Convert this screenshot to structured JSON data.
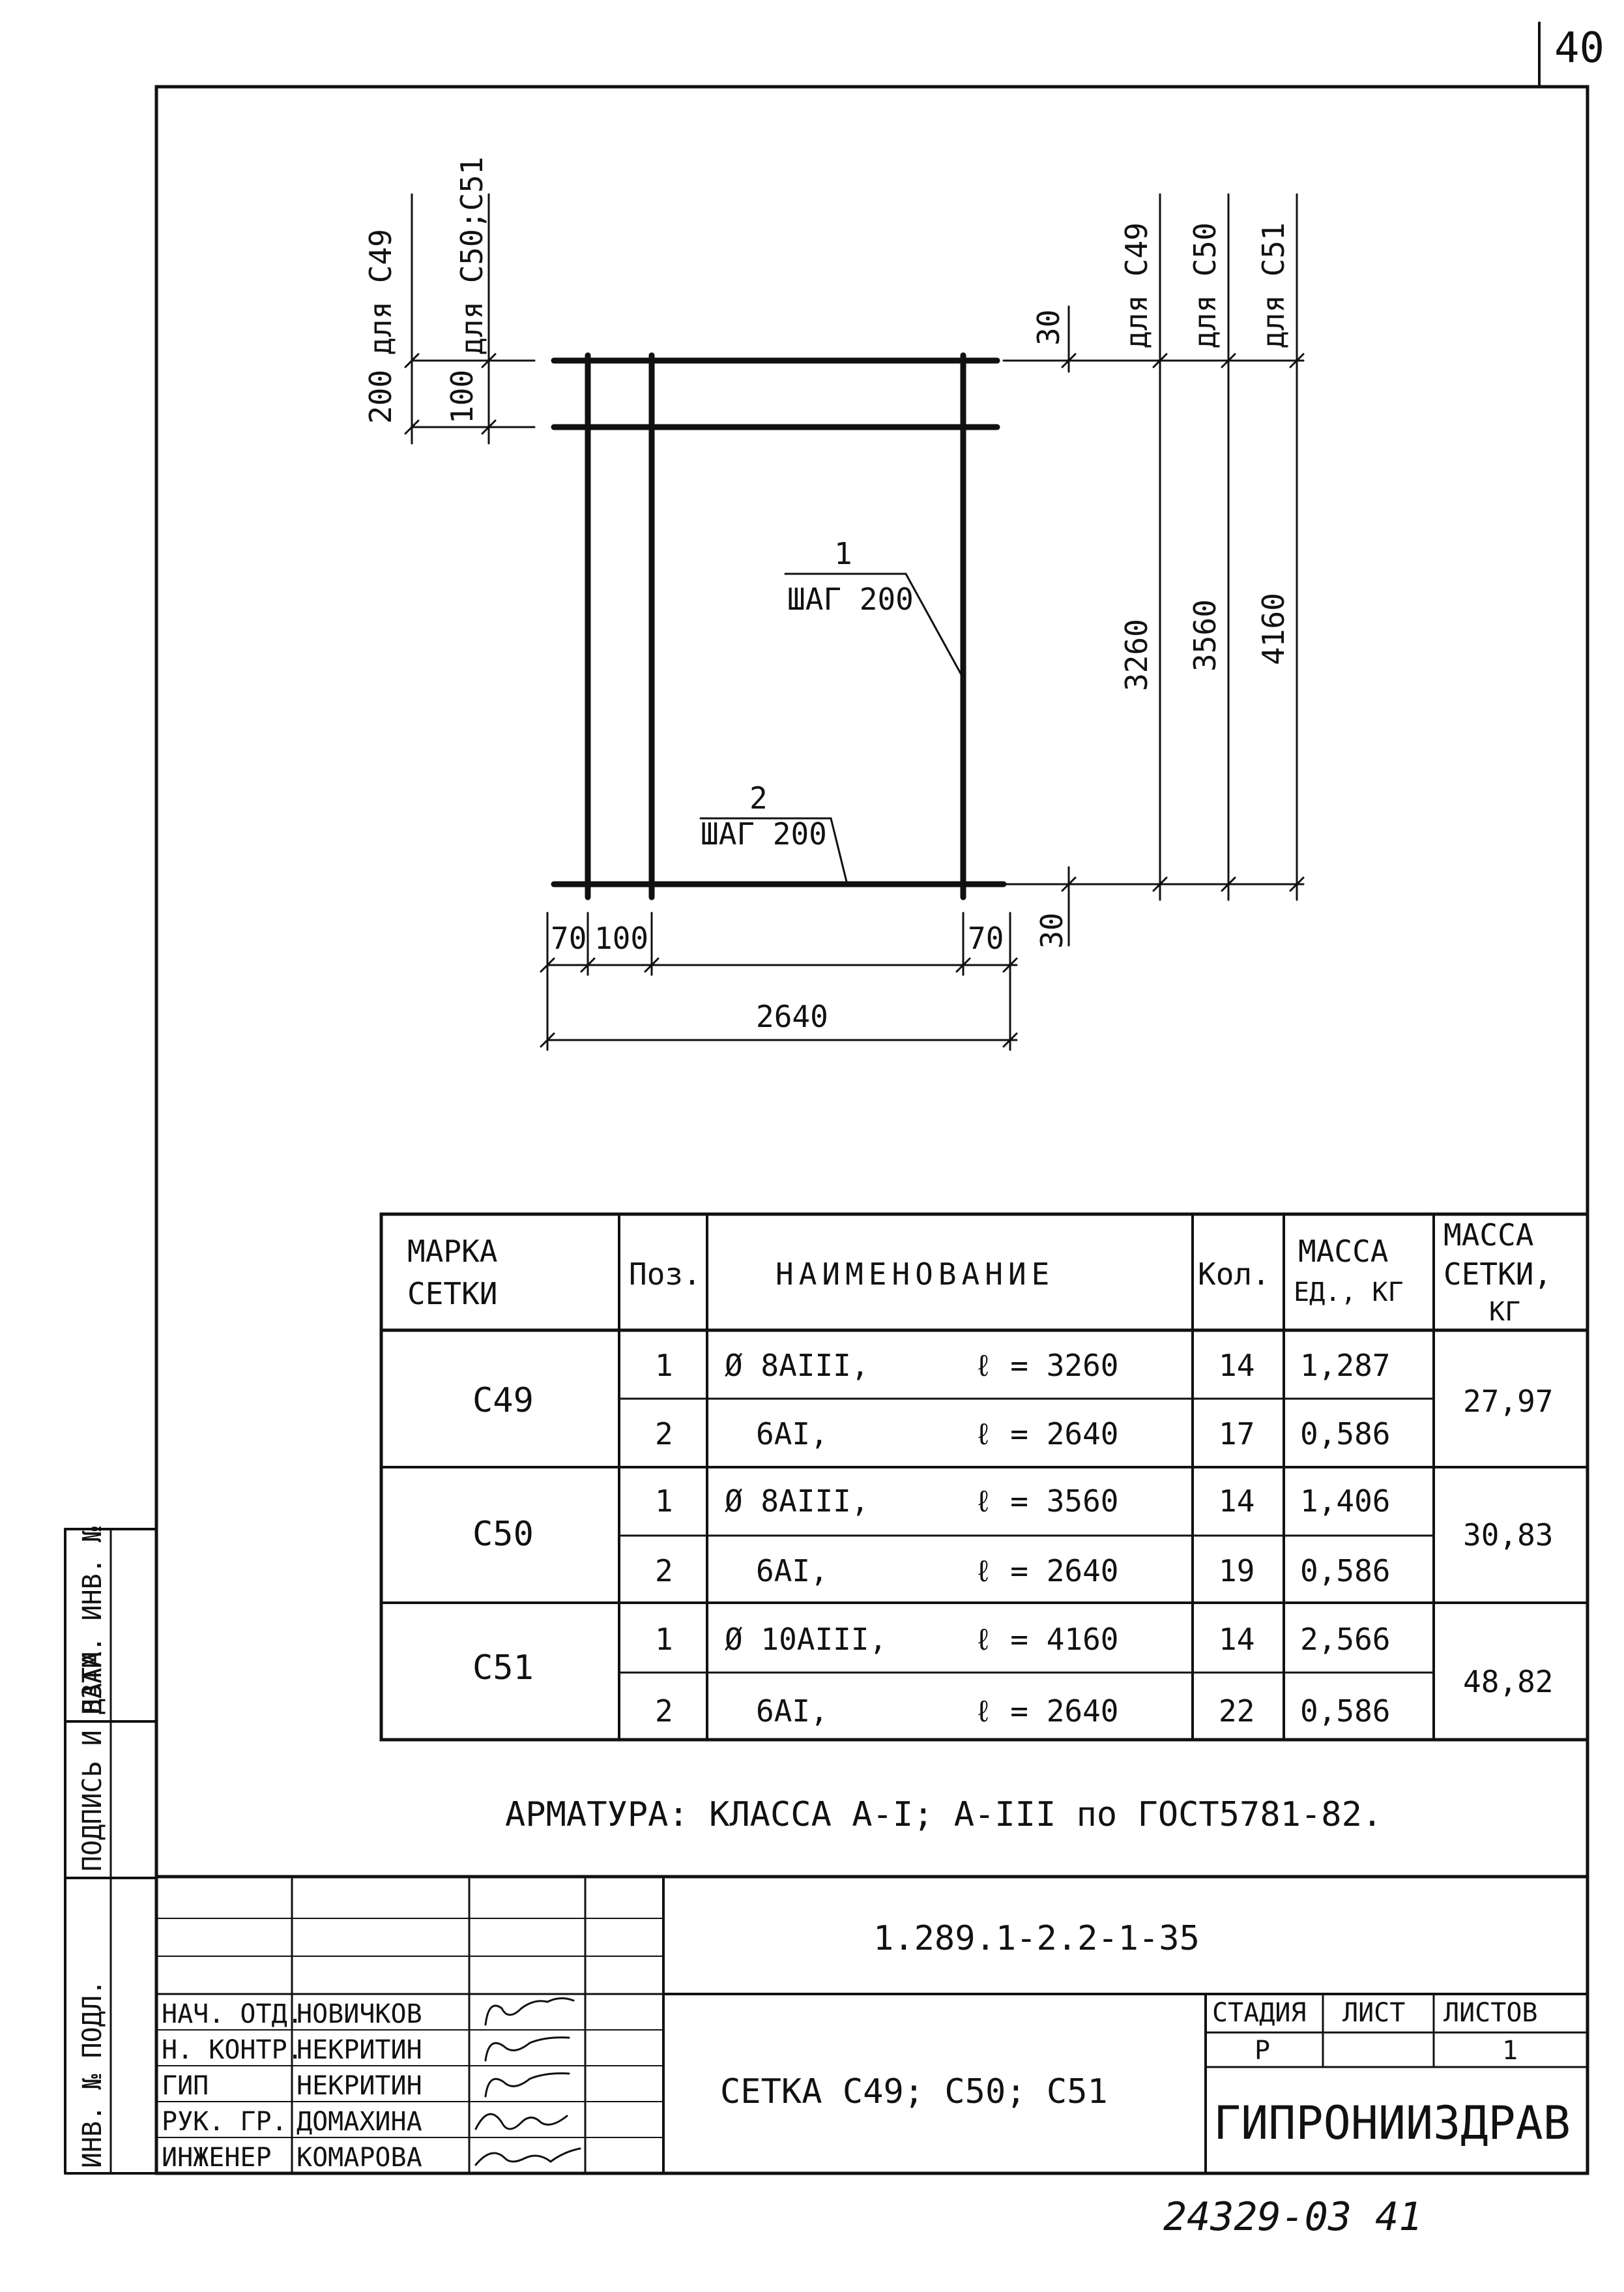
{
  "sheet_number": "40",
  "drawing": {
    "dims_left": {
      "d200": "200",
      "for_c49": "для С49",
      "d100": "100",
      "for_c50_c51": "для С50;С51"
    },
    "dims_right": {
      "d30_top": "30",
      "for_c49": "для С49",
      "for_c50": "для С50",
      "for_c51": "для С51",
      "d3260": "3260",
      "d3560": "3560",
      "d4160": "4160",
      "d30_bottom": "30"
    },
    "dims_bottom": {
      "d70_left": "70",
      "d100": "100",
      "d70_right": "70",
      "d2640": "2640"
    },
    "callout1": {
      "pos": "1",
      "step": "ШАГ 200"
    },
    "callout2": {
      "pos": "2",
      "step": "ШАГ 200"
    }
  },
  "spec_table": {
    "headers": {
      "mark_l1": "МАРКА",
      "mark_l2": "СЕТКИ",
      "pos": "Поз.",
      "name": "НАИМЕНОВАНИЕ",
      "qty": "Кол.",
      "mass_unit_l1": "МАССА",
      "mass_unit_l2": "ЕД., КГ",
      "mass_net_l1": "МАССА",
      "mass_net_l2": "СЕТКИ,",
      "mass_net_l3": "КГ"
    },
    "groups": [
      {
        "mark": "С49",
        "mass": "27,97",
        "rows": [
          {
            "pos": "1",
            "name": "Ø 8АIII,",
            "len": "ℓ = 3260",
            "qty": "14",
            "unit": "1,287"
          },
          {
            "pos": "2",
            "name": "6АI,",
            "len": "ℓ = 2640",
            "qty": "17",
            "unit": "0,586"
          }
        ]
      },
      {
        "mark": "С50",
        "mass": "30,83",
        "rows": [
          {
            "pos": "1",
            "name": "Ø 8АIII,",
            "len": "ℓ = 3560",
            "qty": "14",
            "unit": "1,406"
          },
          {
            "pos": "2",
            "name": "6АI,",
            "len": "ℓ = 2640",
            "qty": "19",
            "unit": "0,586"
          }
        ]
      },
      {
        "mark": "С51",
        "mass": "48,82",
        "rows": [
          {
            "pos": "1",
            "name": "Ø 10АIII,",
            "len": "ℓ = 4160",
            "qty": "14",
            "unit": "2,566"
          },
          {
            "pos": "2",
            "name": "6АI,",
            "len": "ℓ = 2640",
            "qty": "22",
            "unit": "0,586"
          }
        ]
      }
    ]
  },
  "note": "АРМАТУРА: КЛАССА А-I; А-III по ГОСТ5781-82.",
  "title_block": {
    "doc_code": "1.289.1-2.2-1-35",
    "title": "СЕТКА С49; С50; С51",
    "stage_label": "СТАДИЯ",
    "sheet_label": "ЛИСТ",
    "sheets_label": "ЛИСТОВ",
    "stage_value": "Р",
    "sheet_value": "",
    "sheets_value": "1",
    "organization": "ГИПРОНИИЗДРАВ",
    "people": [
      {
        "role": "НАЧ. ОТД.",
        "name": "НОВИЧКОВ"
      },
      {
        "role": "Н. КОНТР.",
        "name": "НЕКРИТИН"
      },
      {
        "role": "ГИП",
        "name": "НЕКРИТИН"
      },
      {
        "role": "РУК. ГР.",
        "name": "ДОМАХИНА"
      },
      {
        "role": "ИНЖЕНЕР",
        "name": "КОМАРОВА"
      }
    ]
  },
  "side_stamp": {
    "inv_no": "ИНВ. № ПОДЛ.",
    "sign_date": "ПОДПИСЬ И ДАТА",
    "repl_inv": "ВЗАМ. ИНВ. №"
  },
  "archive_number": "24329-03  41"
}
